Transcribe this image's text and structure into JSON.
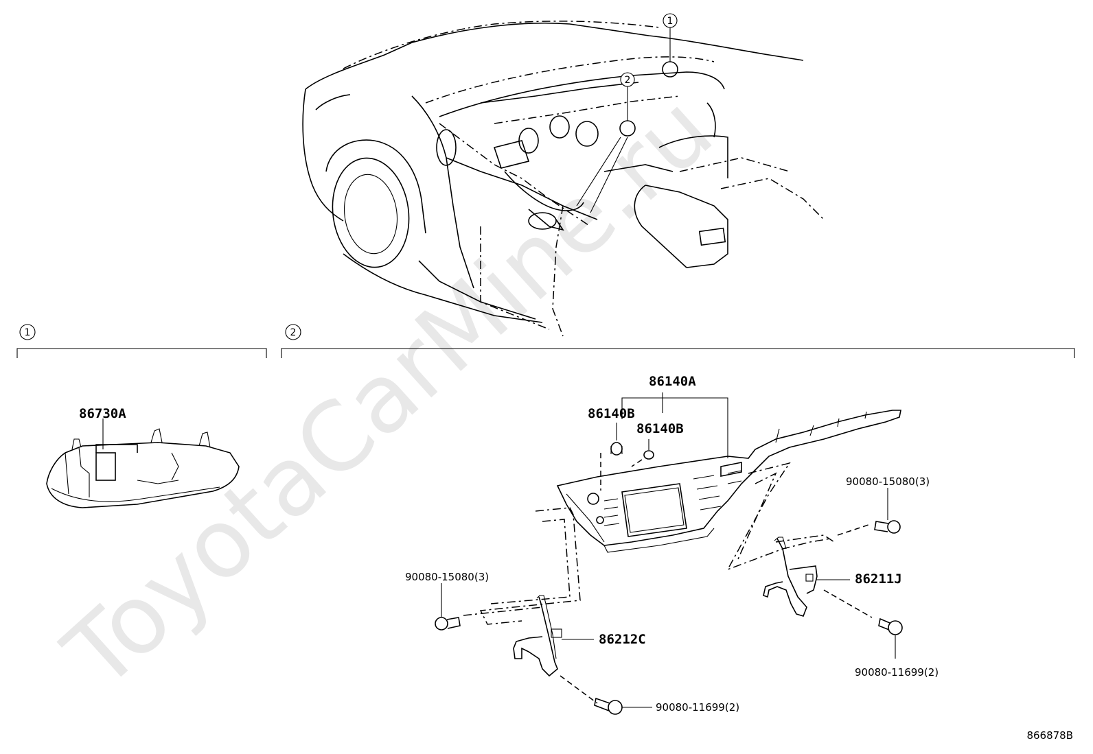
{
  "watermark": "ToyotaCarMine.ru",
  "diagram_id": "866878B",
  "overview_callouts": [
    {
      "num": "1"
    },
    {
      "num": "2"
    }
  ],
  "sections": [
    {
      "num": "1"
    },
    {
      "num": "2"
    }
  ],
  "parts": {
    "p86730A": "86730A",
    "p86140A": "86140A",
    "p86140B_left": "86140B",
    "p86140B_right": "86140B",
    "p90080_15080_right": "90080-15080(3)",
    "p90080_15080_left": "90080-15080(3)",
    "p86211J": "86211J",
    "p86212C": "86212C",
    "p90080_11699_right": "90080-11699(2)",
    "p90080_11699_bottom": "90080-11699(2)"
  }
}
